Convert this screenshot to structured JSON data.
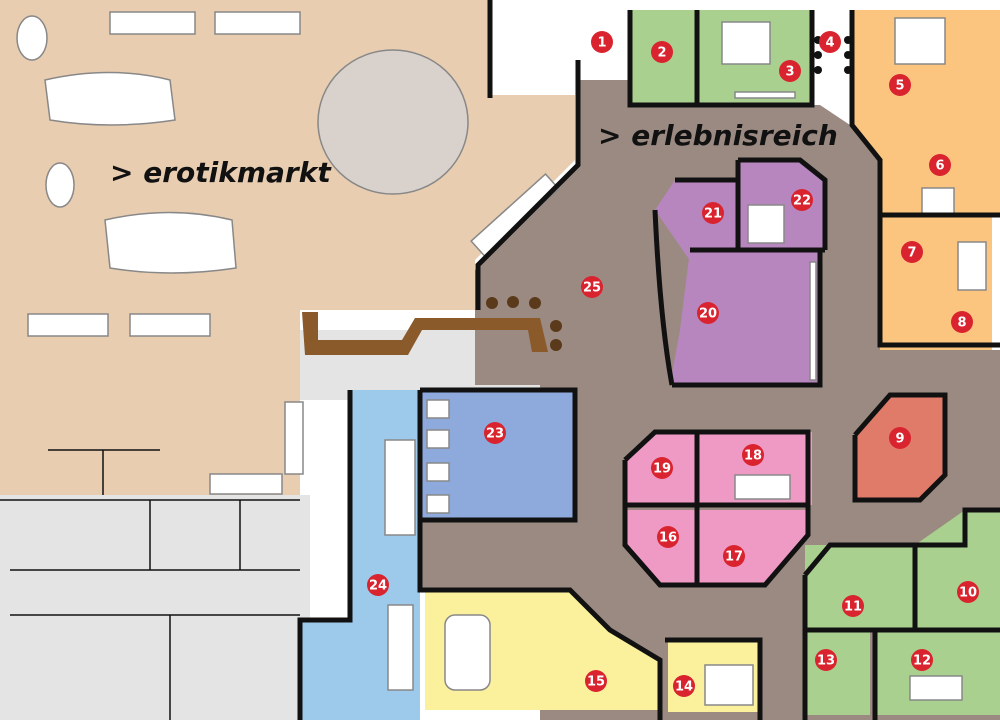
{
  "floorplan": {
    "areas": {
      "erotikmarkt": {
        "label": "> erotikmarkt",
        "color": "#e8cdb0"
      },
      "erlebnisreich": {
        "label": "> erlebnisreich",
        "color": "#9b8a82"
      }
    },
    "colors": {
      "green_rooms": "#a9d08e",
      "orange_rooms": "#fbc57f",
      "purple_rooms": "#b786bf",
      "pink_rooms": "#ef9ac4",
      "blue_rooms": "#8ea9db",
      "light_blue_room": "#9dc9ea",
      "yellow_room": "#fbf19d",
      "red_room": "#e07b6a",
      "marker": "#d9232e",
      "bar": "#8a5a2b"
    },
    "markers": [
      "1",
      "2",
      "3",
      "4",
      "5",
      "6",
      "7",
      "8",
      "9",
      "10",
      "11",
      "12",
      "13",
      "14",
      "15",
      "16",
      "17",
      "18",
      "19",
      "20",
      "21",
      "22",
      "23",
      "24",
      "25"
    ]
  }
}
